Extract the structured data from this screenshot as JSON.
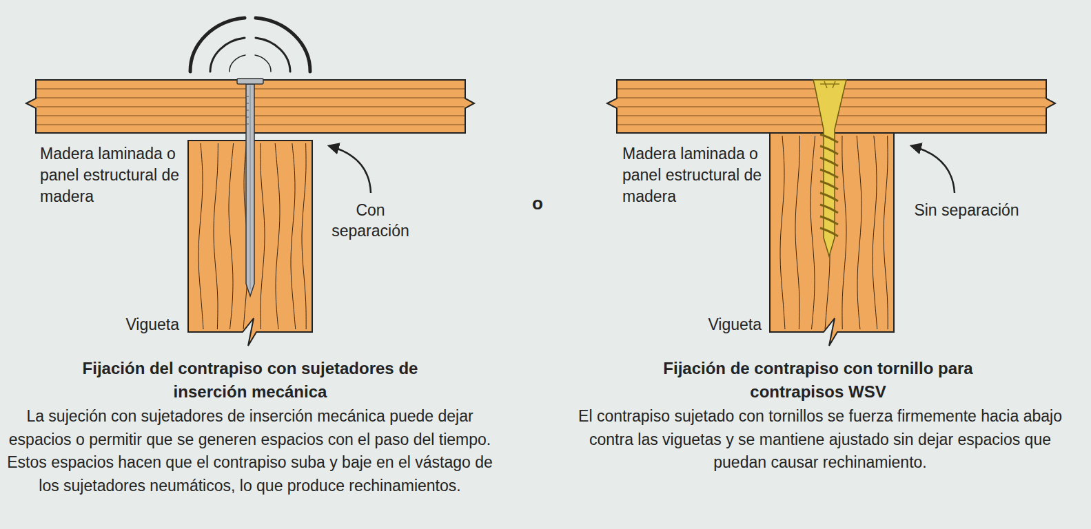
{
  "diagram": {
    "labels": [
      "Madera laminada o panel estructural de madera",
      "Con separación",
      "Vigueta",
      "o",
      "Madera laminada o panel estructural de madera",
      "Sin separación",
      "Vigueta",
      "Fijación del contrapiso con sujetadores de inserción mecánica",
      "La sujeción con sujetadores de inserción mecánica puede dejar espacios o permitir que se generen espacios con el paso del tiempo. Estos espacios hacen que el contrapiso suba y baje en el vástago de los sujetadores neumáticos, lo que produce rechinamientos.",
      "Fijación de contrapiso con tornillo para contrapisos WSV",
      "El contrapiso sujetado con tornillos se fuerza firmemente hacia abajo contra las viguetas y se mantiene ajustado sin dejar espacios que puedan causar rechinamiento."
    ]
  }
}
